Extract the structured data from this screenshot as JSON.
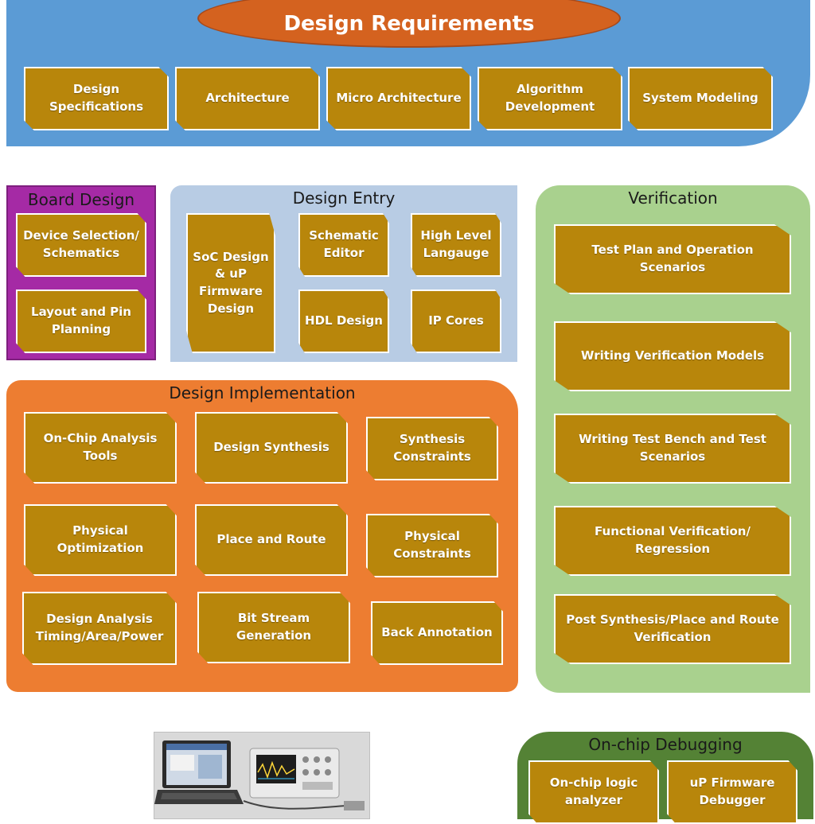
{
  "requirements": {
    "title": "Design Requirements",
    "items": [
      "Design\nSpecifications",
      "Architecture",
      "Micro Architecture",
      "Algorithm\nDevelopment",
      "System Modeling"
    ]
  },
  "board_design": {
    "title": "Board Design",
    "items": [
      "Device Selection/\nSchematics",
      "Layout and Pin\nPlanning"
    ]
  },
  "design_entry": {
    "title": "Design Entry",
    "items": [
      "SoC Design\n& uP\nFirmware\nDesign",
      "Schematic\nEditor",
      "High Level\nLangauge",
      "HDL Design",
      "IP Cores"
    ]
  },
  "verification": {
    "title": "Verification",
    "items": [
      "Test Plan and Operation\nScenarios",
      "Writing Verification Models",
      "Writing Test Bench and Test\nScenarios",
      "Functional Verification/\nRegression",
      "Post Synthesis/Place and Route\nVerification"
    ]
  },
  "design_implementation": {
    "title": "Design Implementation",
    "items": [
      "On-Chip Analysis\nTools",
      "Design Synthesis",
      "Synthesis\nConstraints",
      "Physical\nOptimization",
      "Place and Route",
      "Physical\nConstraints",
      "Design Analysis\nTiming/Area/Power",
      "Bit Stream\nGeneration",
      "Back Annotation"
    ]
  },
  "onchip_debugging": {
    "title": "On-chip Debugging",
    "items": [
      "On-chip logic\nanalyzer",
      "uP Firmware\nDebugger"
    ]
  },
  "colors": {
    "requirements_panel": "#5b9bd5",
    "requirements_ellipse": "#d4621f",
    "board_panel": "#a52aa5",
    "entry_panel": "#b8cce4",
    "implementation_panel": "#ed7d31",
    "verification_panel": "#a9d18e",
    "debugging_panel": "#548235",
    "box_fill": "#b8860b"
  }
}
